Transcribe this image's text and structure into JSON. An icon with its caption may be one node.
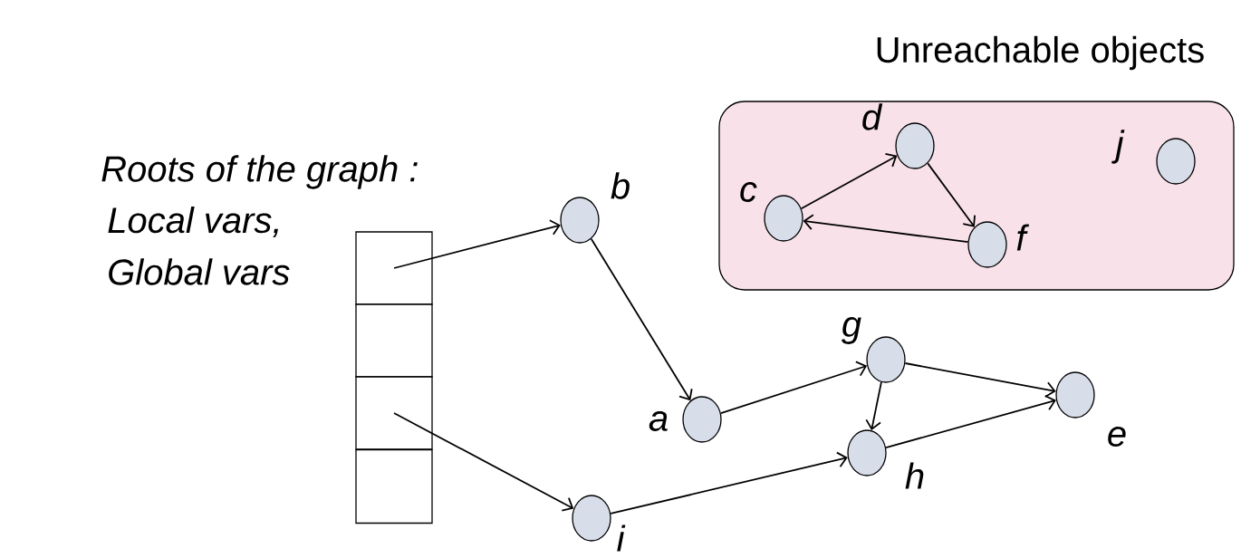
{
  "diagram": {
    "nodes": [
      {
        "text": [
          "Unreachable objects"
        ]
      },
      {
        "text": [],
        "shape": "circle",
        "beside": [
          "d"
        ],
        "in": 0
      },
      {
        "text": [],
        "shape": "circle",
        "beside": [
          "c"
        ],
        "in": 0
      },
      {
        "text": [],
        "shape": "circle",
        "beside": [
          "f"
        ],
        "in": 0
      },
      {
        "text": [],
        "shape": "circle",
        "beside": [
          "j"
        ],
        "in": 0
      },
      {
        "text": [],
        "shape": "box"
      },
      {
        "text": [],
        "shape": "box"
      },
      {
        "text": [],
        "shape": "box"
      },
      {
        "text": [],
        "shape": "box"
      },
      {
        "text": [],
        "shape": "circle",
        "beside": [
          "b"
        ]
      },
      {
        "text": [],
        "shape": "circle",
        "beside": [
          "g"
        ]
      },
      {
        "text": [],
        "shape": "circle",
        "beside": [
          "a"
        ]
      },
      {
        "text": [],
        "shape": "circle",
        "beside": [
          "e"
        ]
      },
      {
        "text": [],
        "shape": "circle",
        "beside": [
          "h"
        ]
      },
      {
        "text": [],
        "shape": "circle",
        "beside": [
          "i"
        ]
      }
    ],
    "edges": [
      {
        "from": 5,
        "to": 9,
        "arrow": "to"
      },
      {
        "from": 9,
        "to": 11,
        "arrow": "to"
      },
      {
        "from": 11,
        "to": 10,
        "arrow": "to"
      },
      {
        "from": 10,
        "to": 12,
        "arrow": "to"
      },
      {
        "from": 10,
        "to": 13,
        "arrow": "to"
      },
      {
        "from": 13,
        "to": 12,
        "arrow": "to"
      },
      {
        "from": 7,
        "to": 14,
        "arrow": "to"
      },
      {
        "from": 14,
        "to": 13,
        "arrow": "to"
      },
      {
        "from": 2,
        "to": 1,
        "arrow": "to"
      },
      {
        "from": 1,
        "to": 3,
        "arrow": "to"
      },
      {
        "from": 3,
        "to": 2,
        "arrow": "to"
      }
    ],
    "labels": [
      "Roots of the graph :",
      "Local vars,",
      "Global vars"
    ]
  }
}
